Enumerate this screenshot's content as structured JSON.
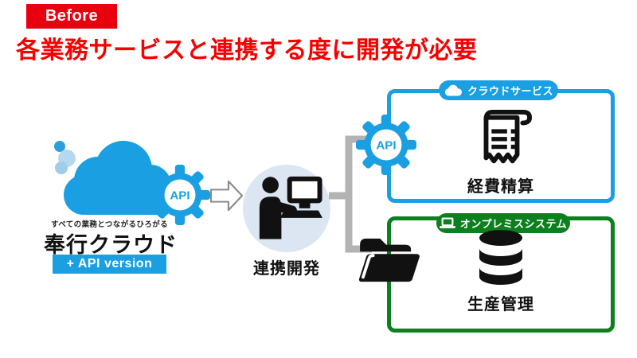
{
  "header": {
    "badge_label": "Before",
    "title": "各業務サービスと連携する度に開発が必要"
  },
  "logo": {
    "tagline": "すべての業務とつながるひろがる",
    "product_name": "奉行クラウド",
    "version_label": "+ API version"
  },
  "api_gears": {
    "left_label": "API",
    "right_label": "API"
  },
  "developer": {
    "label": "連携開発"
  },
  "cloud_box": {
    "badge_label": "クラウドサービス",
    "service_name": "経費精算"
  },
  "onpremise_box": {
    "badge_label": "オンプレミスシステム",
    "service_name": "生産管理"
  },
  "icons": {
    "logo_cloud": "cloud",
    "api_gear": "gear",
    "flow_arrow": "right-block-arrow",
    "developer": "person-at-computer",
    "cloud_badge": "cloud",
    "expense": "receipt",
    "onpremise_badge": "laptop",
    "bracket": "gray-connector-bracket",
    "folder": "open-folder",
    "production": "database"
  },
  "colors": {
    "accent_red": "#e8000f",
    "title_red": "#f60000",
    "accent_blue": "#1a9fe2",
    "accent_green": "#0e7f1f",
    "connector_gray": "#b3b3b3",
    "developer_circle_bg": "#dce6f3",
    "icon_black": "#111111"
  }
}
